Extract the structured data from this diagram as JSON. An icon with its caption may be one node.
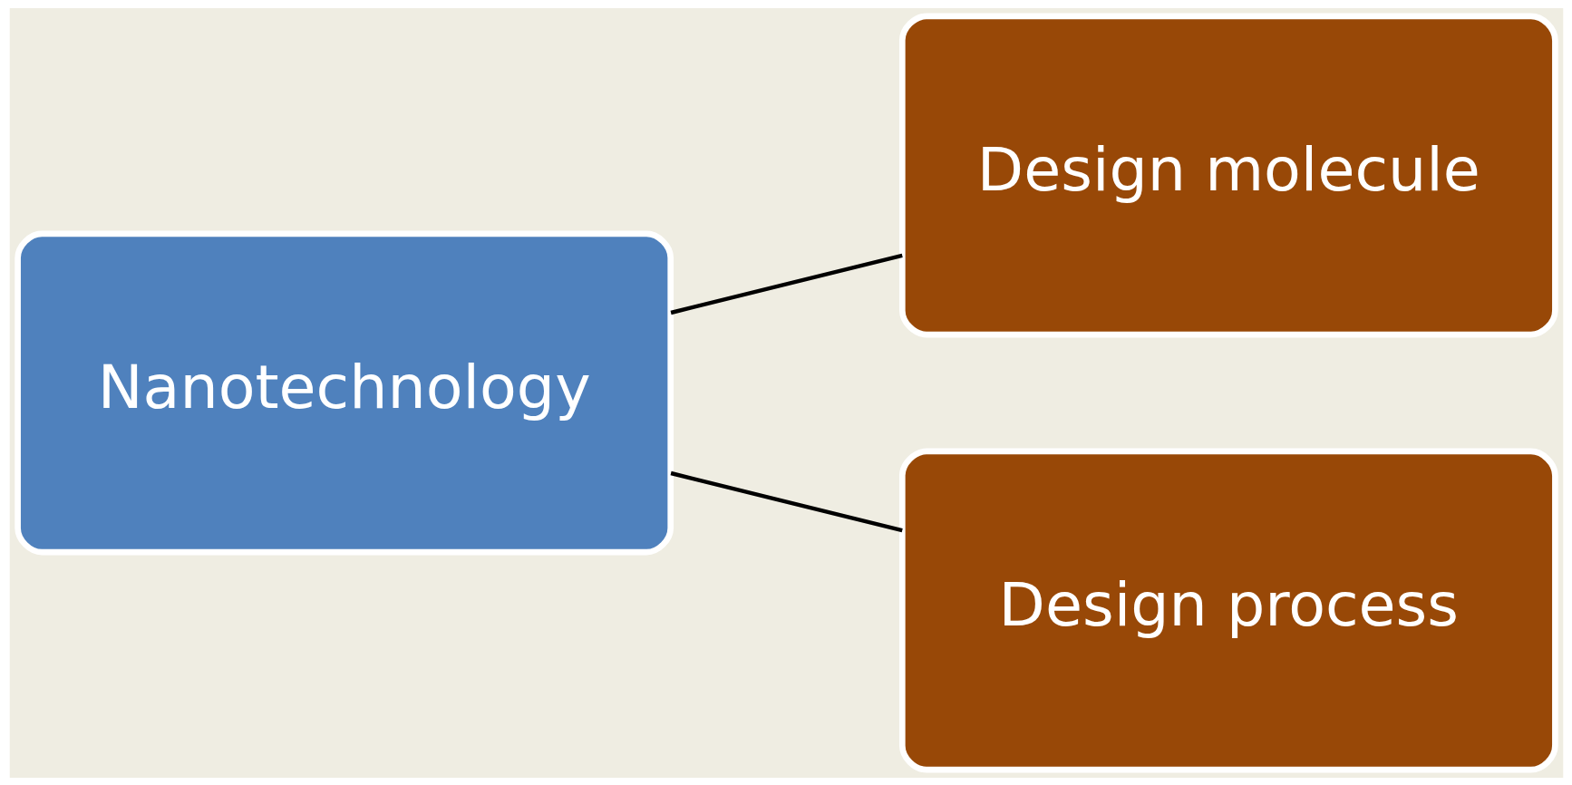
{
  "diagram": {
    "nodes": [
      {
        "text": [
          "Nanotechnology"
        ]
      },
      {
        "text": [
          "Design molecule"
        ]
      },
      {
        "text": [
          "Design process"
        ]
      }
    ],
    "edges": [
      {
        "from": 0,
        "to": 1,
        "arrow": "none"
      },
      {
        "from": 0,
        "to": 2,
        "arrow": "none"
      }
    ]
  }
}
